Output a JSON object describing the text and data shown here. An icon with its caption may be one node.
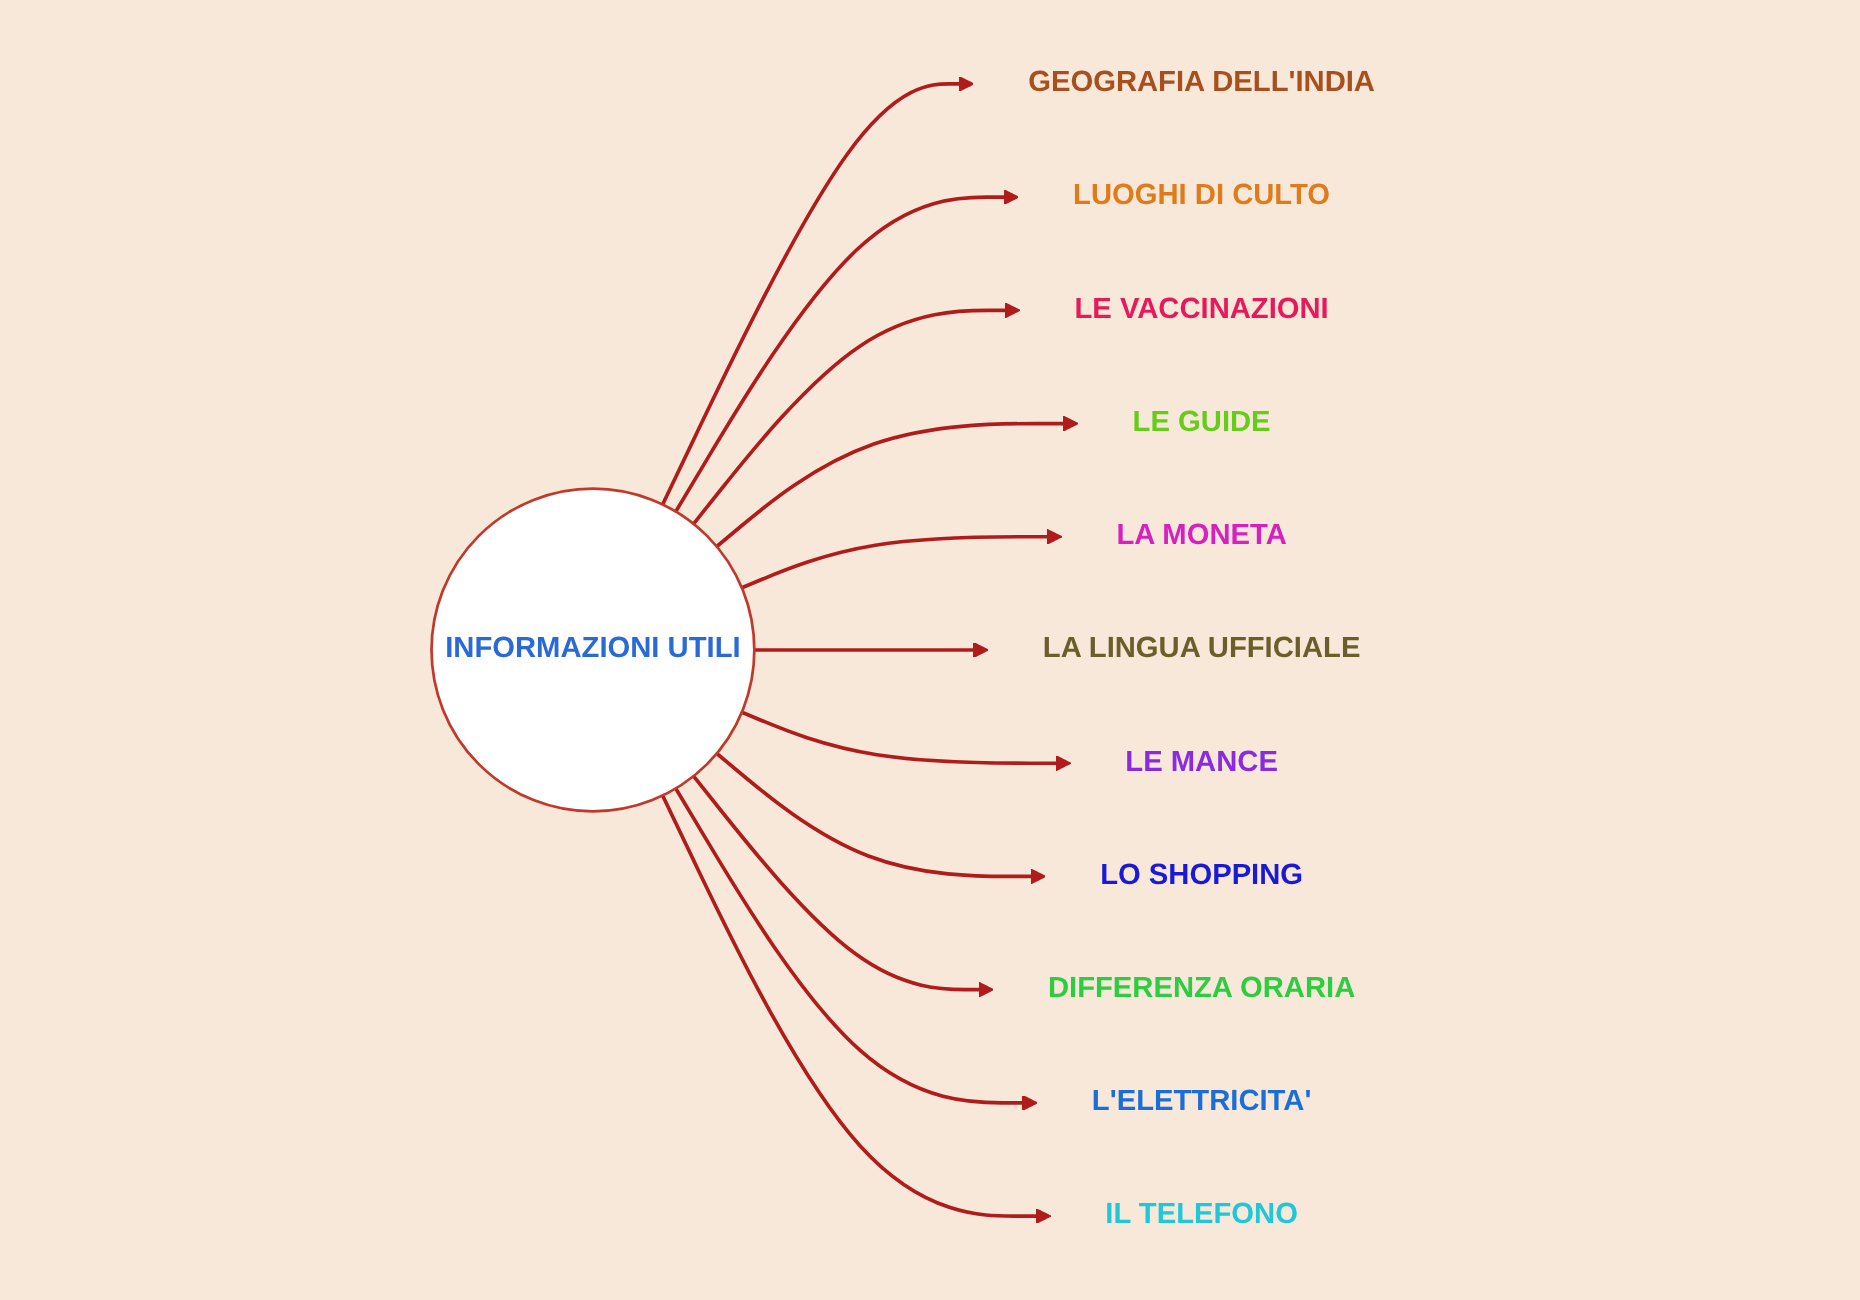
{
  "diagram": {
    "nodes": [
      {
        "text": [
          "INFORMAZIONI UTILI"
        ]
      },
      {
        "text": [
          "GEOGRAFIA DELL'INDIA"
        ]
      },
      {
        "text": [
          "LUOGHI DI CULTO"
        ]
      },
      {
        "text": [
          "LE VACCINAZIONI"
        ]
      },
      {
        "text": [
          "LE GUIDE"
        ]
      },
      {
        "text": [
          "LA MONETA"
        ]
      },
      {
        "text": [
          "LA LINGUA UFFICIALE"
        ]
      },
      {
        "text": [
          "LE MANCE"
        ]
      },
      {
        "text": [
          "LO SHOPPING"
        ]
      },
      {
        "text": [
          "DIFFERENZA ORARIA"
        ]
      },
      {
        "text": [
          "L'ELETTRICITA'"
        ]
      },
      {
        "text": [
          "IL TELEFONO"
        ]
      }
    ],
    "edges": [
      {
        "from": 0,
        "to": 1,
        "arrow": "to"
      },
      {
        "from": 0,
        "to": 2,
        "arrow": "to"
      },
      {
        "from": 0,
        "to": 3,
        "arrow": "to"
      },
      {
        "from": 0,
        "to": 4,
        "arrow": "to"
      },
      {
        "from": 0,
        "to": 5,
        "arrow": "to"
      },
      {
        "from": 0,
        "to": 6,
        "arrow": "to"
      },
      {
        "from": 0,
        "to": 7,
        "arrow": "to"
      },
      {
        "from": 0,
        "to": 8,
        "arrow": "to"
      },
      {
        "from": 0,
        "to": 9,
        "arrow": "to"
      },
      {
        "from": 0,
        "to": 10,
        "arrow": "to"
      },
      {
        "from": 0,
        "to": 11,
        "arrow": "to"
      }
    ]
  }
}
